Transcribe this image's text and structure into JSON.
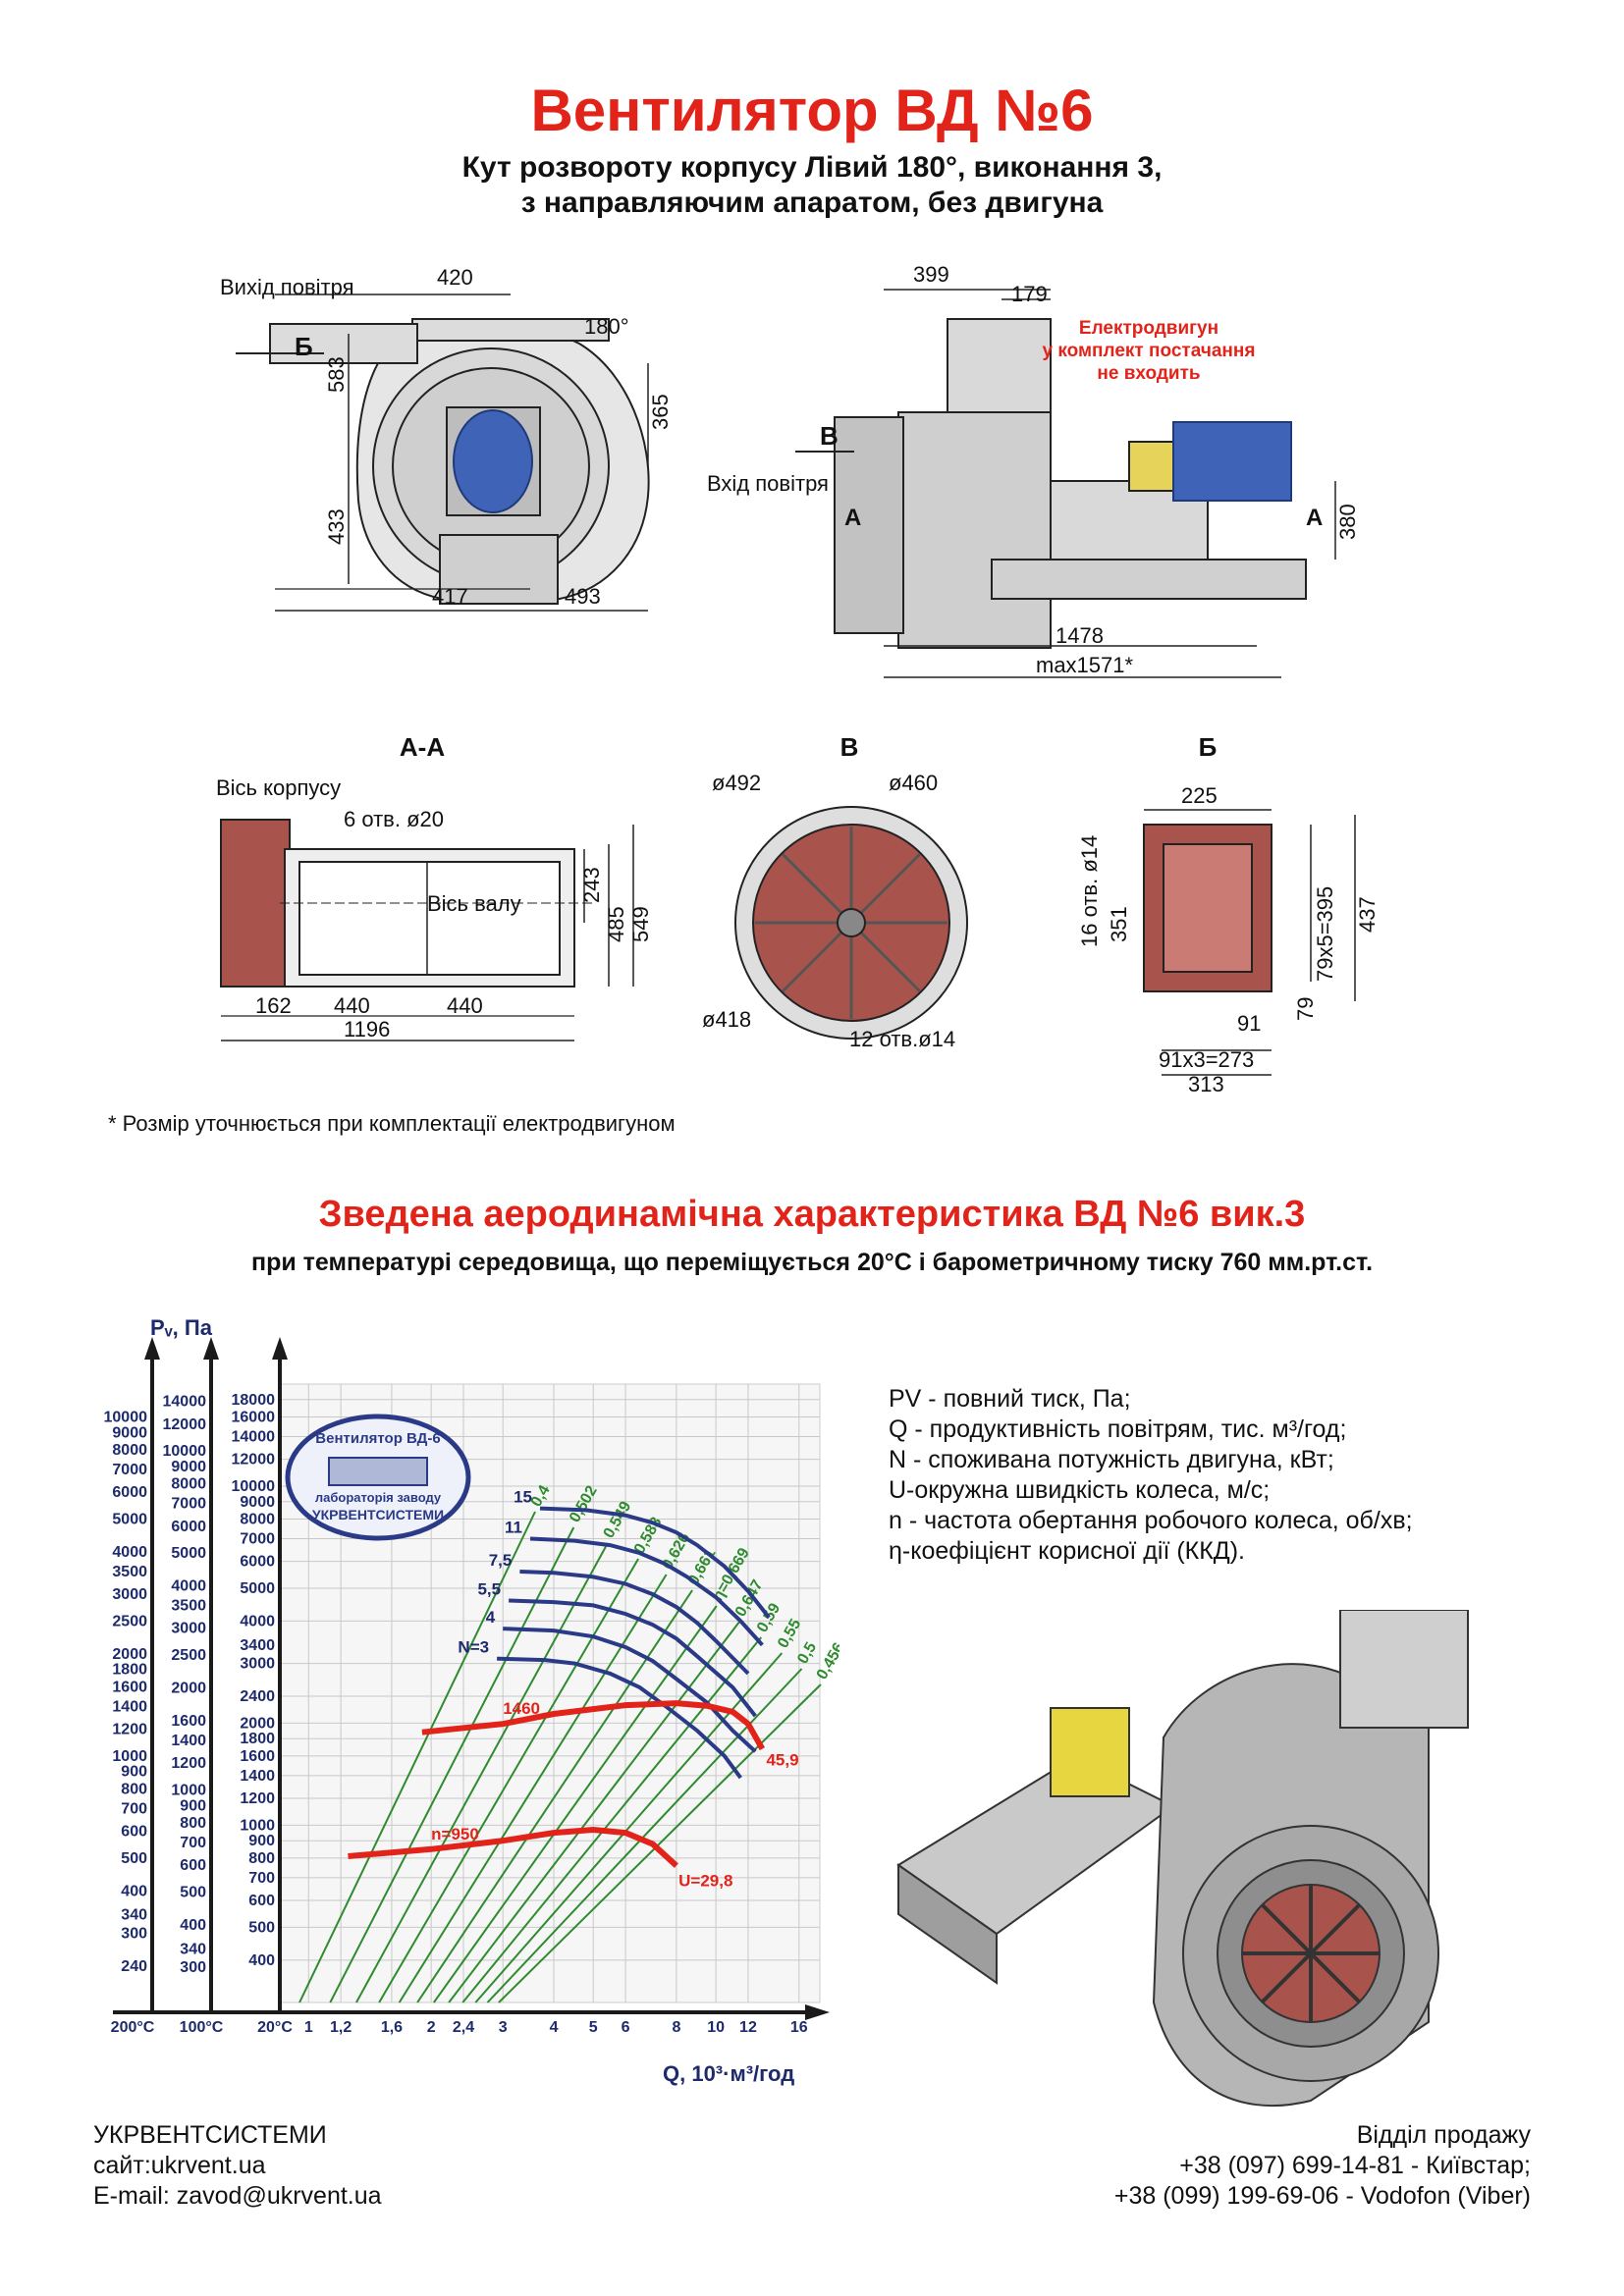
{
  "header": {
    "title": "Вентилятор  ВД №6",
    "subtitle_1": "Кут розвороту корпусу Лівий 180°, виконання 3,",
    "subtitle_2": "з направляючим апаратом, без двигуна"
  },
  "front_view": {
    "label_outlet": "Вихід повітря",
    "label_b": "Б",
    "dim_top": "420",
    "dim_angle": "180°",
    "dim_left_top": "583",
    "dim_left_bottom": "433",
    "dim_right": "365",
    "dim_bottom_left": "417",
    "dim_bottom_right": "493"
  },
  "side_view": {
    "dim_399": "399",
    "dim_179": "179",
    "motor_note_1": "Електродвигун",
    "motor_note_2": "у комплект постачання",
    "motor_note_3": "не входить",
    "label_v": "В",
    "label_inlet": "Вхід повітря",
    "label_a_left": "А",
    "label_a_right": "А",
    "dim_380": "380",
    "dim_1478": "1478",
    "dim_max": "max1571*"
  },
  "section_aa": {
    "title": "А-А",
    "label_axis_body": "Вісь корпусу",
    "label_holes": "6 отв. ø20",
    "label_axis_shaft": "Вісь валу",
    "dim_243": "243",
    "dim_485": "485",
    "dim_549": "549",
    "dim_162": "162",
    "dim_440a": "440",
    "dim_440b": "440",
    "dim_1196": "1196"
  },
  "section_v": {
    "title": "В",
    "d492": "ø492",
    "d460": "ø460",
    "d418": "ø418",
    "holes": "12 отв.ø14"
  },
  "section_b": {
    "title": "Б",
    "dim_225": "225",
    "holes": "16 отв. ø14",
    "dim_351": "351",
    "dim_395": "79x5=395",
    "dim_437": "437",
    "dim_79": "79",
    "dim_91": "91",
    "dim_273": "91x3=273",
    "dim_313": "313"
  },
  "footnote": "* Розмір уточнюється при комплектації електродвигуном",
  "chart_header": {
    "title": "Зведена аеродинамічна характеристика ВД №6 вик.3",
    "subtitle": "при температурі середовища, що переміщується 20°С і барометричному тиску 760 мм.рт.ст."
  },
  "chart_data": {
    "type": "line",
    "ylabel": "Pᵥ, Па",
    "xlabel": "Q, 10³·м³/год",
    "xscale": "log",
    "yscale": "log",
    "x_ticks": [
      "1",
      "1,2",
      "1,6",
      "2",
      "2,4",
      "3",
      "4",
      "5",
      "6",
      "8",
      "10",
      "12",
      "16"
    ],
    "temp_labels": [
      "200°C",
      "100°C",
      "20°C"
    ],
    "y_ticks_20C": [
      "18000",
      "16000",
      "14000",
      "12000",
      "10000",
      "9000",
      "8000",
      "7000",
      "6000",
      "5000",
      "4000",
      "3400",
      "3000",
      "2400",
      "2000",
      "1800",
      "1600",
      "1400",
      "1200",
      "1000",
      "900",
      "800",
      "700",
      "600",
      "500",
      "400"
    ],
    "y_ticks_100C": [
      "14000",
      "12000",
      "10000",
      "9000",
      "8000",
      "7000",
      "6000",
      "5000",
      "4000",
      "3500",
      "3000",
      "2500",
      "2000",
      "1600",
      "1400",
      "1200",
      "1000",
      "900",
      "800",
      "700",
      "600",
      "500",
      "400",
      "340",
      "300"
    ],
    "y_ticks_200C": [
      "10000",
      "9000",
      "8000",
      "7000",
      "6000",
      "5000",
      "4000",
      "3500",
      "3000",
      "2500",
      "2000",
      "1800",
      "1600",
      "1400",
      "1200",
      "1000",
      "900",
      "800",
      "700",
      "600",
      "500",
      "400",
      "340",
      "300",
      "240"
    ],
    "speed_series": [
      {
        "name": "1460",
        "x": [
          1.9,
          3,
          4,
          6,
          8,
          9.5,
          11,
          12,
          13
        ],
        "y": [
          1880,
          1990,
          2130,
          2260,
          2290,
          2250,
          2160,
          1990,
          1680
        ]
      },
      {
        "name": "n=950",
        "x": [
          1.25,
          2,
          3,
          4,
          5,
          6,
          7,
          8
        ],
        "y": [
          810,
          850,
          900,
          950,
          970,
          950,
          880,
          760
        ]
      }
    ],
    "power_series": [
      {
        "name": "N=3",
        "x": [
          2.9,
          3.8,
          4.5,
          5.5,
          6.5,
          7.5,
          9,
          10.5,
          11.5
        ],
        "y": [
          3100,
          3070,
          3000,
          2800,
          2550,
          2250,
          1900,
          1600,
          1380
        ]
      },
      {
        "name": "4",
        "x": [
          3.0,
          4,
          5,
          6,
          7,
          8,
          9.5,
          11,
          12.5
        ],
        "y": [
          3800,
          3750,
          3600,
          3350,
          3050,
          2700,
          2300,
          1900,
          1650
        ]
      },
      {
        "name": "5,5",
        "x": [
          3.1,
          4,
          5,
          6,
          7,
          8,
          9,
          11,
          12.5
        ],
        "y": [
          4600,
          4550,
          4450,
          4200,
          3900,
          3550,
          3150,
          2550,
          2100
        ]
      },
      {
        "name": "7,5",
        "x": [
          3.3,
          4,
          5,
          6,
          7,
          8,
          9,
          10,
          12
        ],
        "y": [
          5600,
          5550,
          5400,
          5150,
          4800,
          4400,
          3950,
          3500,
          2800
        ]
      },
      {
        "name": "11",
        "x": [
          3.5,
          4.5,
          5.5,
          6.5,
          7.5,
          8.5,
          10,
          11.5,
          13
        ],
        "y": [
          7000,
          6900,
          6700,
          6350,
          5900,
          5400,
          4700,
          4000,
          3400
        ]
      },
      {
        "name": "15",
        "x": [
          3.7,
          4.8,
          6,
          7,
          8,
          9,
          10.5,
          12,
          13.5
        ],
        "y": [
          8600,
          8500,
          8200,
          7800,
          7300,
          6700,
          5800,
          4900,
          4100
        ]
      }
    ],
    "efficiency_lines": [
      "0,4",
      "0,502",
      "0,549",
      "0,583",
      "0,626",
      "0,661",
      "η=0,669",
      "0,647",
      "0,59",
      "0,55",
      "0,5",
      "0,456"
    ],
    "annotations": {
      "u_top": "45,9",
      "u_bottom": "U=29,8"
    },
    "colors": {
      "power": "#2b3a86",
      "speed": "#e2231a",
      "efficiency": "#2e8b2e",
      "grid": "#c8c8c8"
    }
  },
  "chart_stamp": {
    "line1": "Вентилятор ВД-6",
    "line2": "лабораторія заводу",
    "line3": "УКРВЕНТСИСТЕМИ"
  },
  "legend": {
    "pv": "PV - повний тиск, Па;",
    "q": "Q - продуктивність повітрям, тис. м³/год;",
    "n_power": "N - споживана потужність двигуна, кВт;",
    "u": "U-окружна швидкість колеса, м/с;",
    "n_speed": "n - частота обертання робочого колеса, об/хв;",
    "eta": "η-коефіцієнт корисної дії (ККД)."
  },
  "footer": {
    "company": "УКРВЕНТСИСТЕМИ",
    "site": "сайт:ukrvent.ua",
    "email": "E-mail: zavod@ukrvent.ua",
    "sales": "Відділ продажу",
    "phone1": "+38 (097) 699-14-81 - Київстар;",
    "phone2": "+38 (099) 199-69-06 - Vodofon (Viber)"
  }
}
